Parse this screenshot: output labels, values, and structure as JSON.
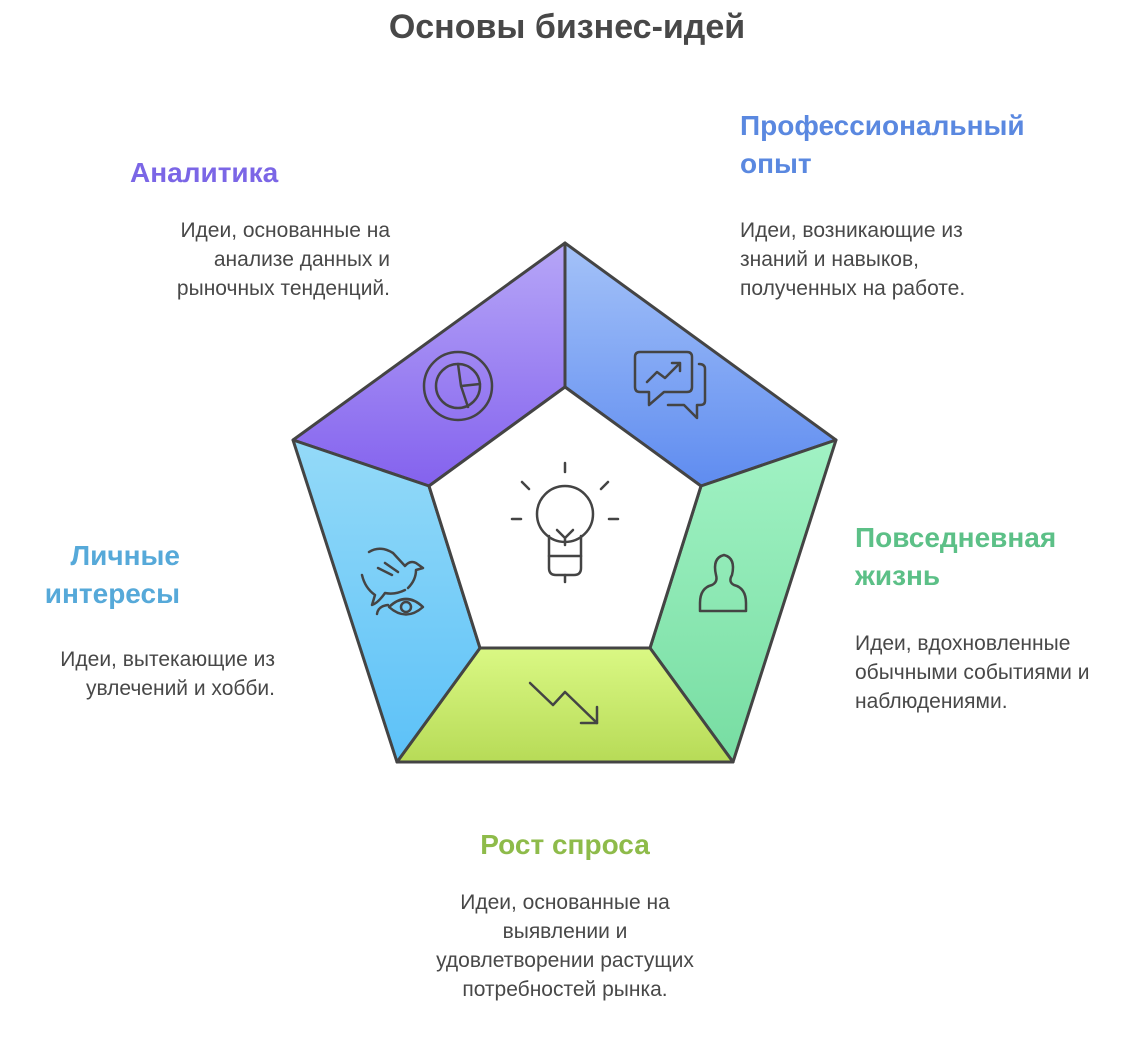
{
  "title": "Основы бизнес-идей",
  "center": {
    "icon": "lightbulb-icon"
  },
  "segments": [
    {
      "id": "analytics",
      "title": "Аналитика",
      "description": "Идеи, основанные на анализе данных и рыночных тенденций.",
      "icon": "pie-chart-icon",
      "color": "#7B66E6",
      "fill_top": "#B6A6F7",
      "fill_bottom": "#8462EE"
    },
    {
      "id": "professional",
      "title": "Профессиональный опыт",
      "description": "Идеи, возникающие из знаний и навыков, полученных на работе.",
      "icon": "chat-trend-icon",
      "color": "#5A88E0",
      "fill_top": "#A4C2F8",
      "fill_bottom": "#5F8CF0"
    },
    {
      "id": "everyday",
      "title": "Повседневная жизнь",
      "description": "Идеи, вдохновленные обычными событиями и наблюдениями.",
      "icon": "person-icon",
      "color": "#5CC087",
      "fill_top": "#A1F2C4",
      "fill_bottom": "#77DDA2"
    },
    {
      "id": "demand",
      "title": "Рост спроса",
      "description": "Идеи, основанные на выявлении и удовлетворении растущих потребностей рынка.",
      "icon": "trend-down-arrow-icon",
      "color": "#8EBB4A",
      "fill_top": "#DAF884",
      "fill_bottom": "#B7DB57"
    },
    {
      "id": "interests",
      "title": "Личные интересы",
      "description": "Идеи, вытекающие из увлечений и хобби.",
      "icon": "bird-eye-icon",
      "color": "#56A9D9",
      "fill_top": "#94DAF8",
      "fill_bottom": "#5CC1F8"
    }
  ]
}
